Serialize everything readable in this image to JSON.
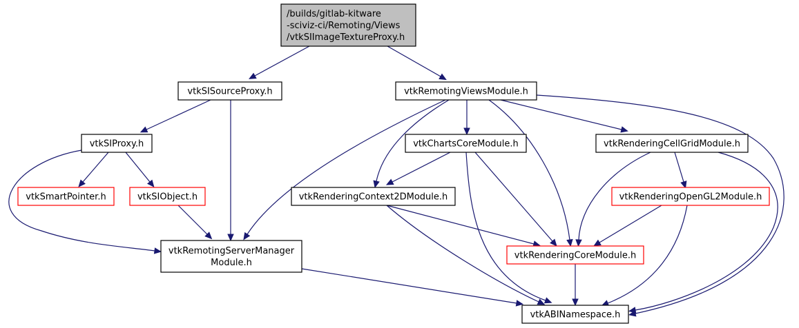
{
  "diagram": {
    "type": "include-dependency-graph",
    "colors": {
      "edge": "#191970",
      "root_fill": "#bfbfbf",
      "normal_border": "#000000",
      "external_border": "#ff0000",
      "node_fill": "#ffffff"
    },
    "nodes": [
      {
        "id": "root",
        "lines": [
          "/builds/gitlab-kitware",
          "-sciviz-ci/Remoting/Views",
          "/vtkSIImageTextureProxy.h"
        ],
        "kind": "root"
      },
      {
        "id": "sisource",
        "lines": [
          "vtkSISourceProxy.h"
        ],
        "kind": "normal"
      },
      {
        "id": "remviews",
        "lines": [
          "vtkRemotingViewsModule.h"
        ],
        "kind": "normal"
      },
      {
        "id": "siproxy",
        "lines": [
          "vtkSIProxy.h"
        ],
        "kind": "normal"
      },
      {
        "id": "chartscore",
        "lines": [
          "vtkChartsCoreModule.h"
        ],
        "kind": "normal"
      },
      {
        "id": "cellgrid",
        "lines": [
          "vtkRenderingCellGridModule.h"
        ],
        "kind": "normal"
      },
      {
        "id": "smartptr",
        "lines": [
          "vtkSmartPointer.h"
        ],
        "kind": "external"
      },
      {
        "id": "siobject",
        "lines": [
          "vtkSIObject.h"
        ],
        "kind": "external"
      },
      {
        "id": "context2d",
        "lines": [
          "vtkRenderingContext2DModule.h"
        ],
        "kind": "normal"
      },
      {
        "id": "opengl2",
        "lines": [
          "vtkRenderingOpenGL2Module.h"
        ],
        "kind": "external"
      },
      {
        "id": "servermgr",
        "lines": [
          "vtkRemotingServerManager",
          "Module.h"
        ],
        "kind": "normal"
      },
      {
        "id": "rendcore",
        "lines": [
          "vtkRenderingCoreModule.h"
        ],
        "kind": "external"
      },
      {
        "id": "abi",
        "lines": [
          "vtkABINamespace.h"
        ],
        "kind": "normal"
      }
    ],
    "edges": [
      {
        "from": "root",
        "to": "sisource"
      },
      {
        "from": "root",
        "to": "remviews"
      },
      {
        "from": "sisource",
        "to": "siproxy"
      },
      {
        "from": "sisource",
        "to": "servermgr"
      },
      {
        "from": "remviews",
        "to": "servermgr"
      },
      {
        "from": "remviews",
        "to": "chartscore"
      },
      {
        "from": "remviews",
        "to": "context2d"
      },
      {
        "from": "remviews",
        "to": "rendcore"
      },
      {
        "from": "remviews",
        "to": "cellgrid"
      },
      {
        "from": "remviews",
        "to": "abi"
      },
      {
        "from": "siproxy",
        "to": "smartptr"
      },
      {
        "from": "siproxy",
        "to": "siobject"
      },
      {
        "from": "siproxy",
        "to": "servermgr"
      },
      {
        "from": "siobject",
        "to": "servermgr"
      },
      {
        "from": "chartscore",
        "to": "context2d"
      },
      {
        "from": "chartscore",
        "to": "rendcore"
      },
      {
        "from": "chartscore",
        "to": "abi"
      },
      {
        "from": "cellgrid",
        "to": "opengl2"
      },
      {
        "from": "cellgrid",
        "to": "rendcore"
      },
      {
        "from": "cellgrid",
        "to": "abi"
      },
      {
        "from": "context2d",
        "to": "rendcore"
      },
      {
        "from": "context2d",
        "to": "abi"
      },
      {
        "from": "opengl2",
        "to": "rendcore"
      },
      {
        "from": "opengl2",
        "to": "abi"
      },
      {
        "from": "servermgr",
        "to": "abi"
      },
      {
        "from": "rendcore",
        "to": "abi"
      }
    ]
  }
}
